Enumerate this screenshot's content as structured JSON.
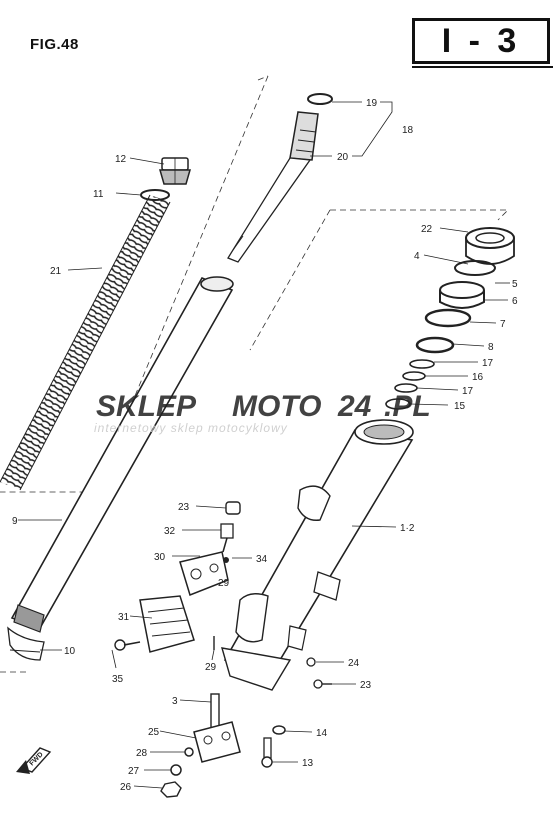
{
  "figure": {
    "label": "FIG.48",
    "page_ref": "I - 3"
  },
  "watermark": {
    "brand_part1": "SKLEP",
    "brand_part2": "MOTO",
    "brand_part3": "24",
    "brand_part4": ".PL",
    "tagline": "internetowy sklep motocyklowy",
    "colors": {
      "grey": "#c9c9c9",
      "red": "#e05a5a"
    }
  },
  "front_marker": "FWD",
  "callouts": [
    {
      "id": "c19",
      "text": "19"
    },
    {
      "id": "c18",
      "text": "18"
    },
    {
      "id": "c20",
      "text": "20"
    },
    {
      "id": "c12",
      "text": "12"
    },
    {
      "id": "c11",
      "text": "11"
    },
    {
      "id": "c21",
      "text": "21"
    },
    {
      "id": "c22",
      "text": "22"
    },
    {
      "id": "c4",
      "text": "4"
    },
    {
      "id": "c5",
      "text": "5"
    },
    {
      "id": "c6",
      "text": "6"
    },
    {
      "id": "c7",
      "text": "7"
    },
    {
      "id": "c8",
      "text": "8"
    },
    {
      "id": "c17a",
      "text": "17"
    },
    {
      "id": "c16",
      "text": "16"
    },
    {
      "id": "c17b",
      "text": "17"
    },
    {
      "id": "c15",
      "text": "15"
    },
    {
      "id": "c9",
      "text": "9"
    },
    {
      "id": "c12b",
      "text": "1·2"
    },
    {
      "id": "c23a",
      "text": "23"
    },
    {
      "id": "c32",
      "text": "32"
    },
    {
      "id": "c30",
      "text": "30"
    },
    {
      "id": "c34",
      "text": "34"
    },
    {
      "id": "c29a",
      "text": "29"
    },
    {
      "id": "c31",
      "text": "31"
    },
    {
      "id": "c10",
      "text": "10"
    },
    {
      "id": "c35",
      "text": "35"
    },
    {
      "id": "c29b",
      "text": "29"
    },
    {
      "id": "c24",
      "text": "24"
    },
    {
      "id": "c23b",
      "text": "23"
    },
    {
      "id": "c3",
      "text": "3"
    },
    {
      "id": "c14",
      "text": "14"
    },
    {
      "id": "c25",
      "text": "25"
    },
    {
      "id": "c28",
      "text": "28"
    },
    {
      "id": "c13",
      "text": "13"
    },
    {
      "id": "c27",
      "text": "27"
    },
    {
      "id": "c26",
      "text": "26"
    }
  ]
}
